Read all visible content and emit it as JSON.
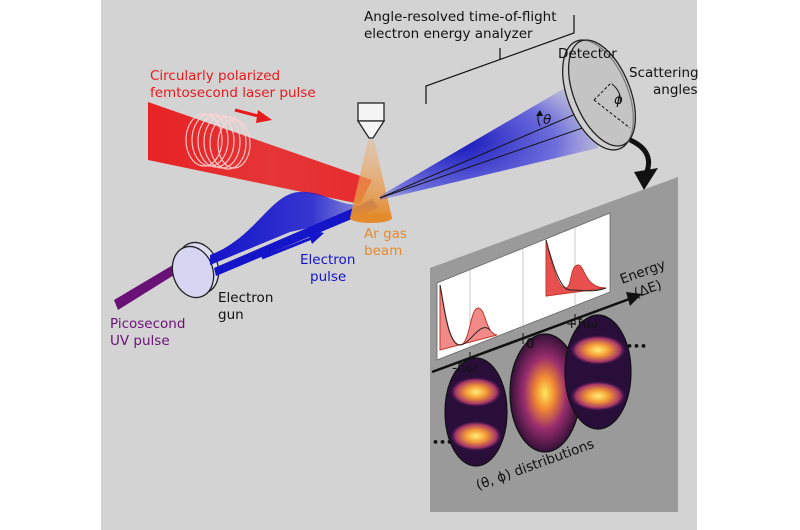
{
  "labels": {
    "analyzer_line1": "Angle-resolved time-of-flight",
    "analyzer_line2": "electron energy analyzer",
    "detector": "Detector",
    "scattering_line1": "Scattering",
    "scattering_line2": "angles",
    "theta": "θ",
    "phi": "ϕ",
    "laser_line1": "Circularly polarized",
    "laser_line2": "femtosecond laser pulse",
    "ar_line1": "Ar gas",
    "ar_line2": "beam",
    "electron_pulse_line1": "Electron",
    "electron_pulse_line2": "pulse",
    "gun_line1": "Electron",
    "gun_line2": "gun",
    "uv_line1": "Picosecond",
    "uv_line2": "UV pulse",
    "energy_line1": "Energy",
    "energy_line2": "(ΔE)",
    "minus_hw": "-ħω",
    "zero": "0",
    "plus_hw": "+ħω",
    "ellipsis_left": "•••",
    "ellipsis_right": "•••",
    "distributions": "(θ, ϕ) distributions"
  },
  "colors": {
    "background_panel": "#d3d3d3",
    "laser_red": "#e8191b",
    "electron_blue": "#1414c8",
    "uv_purple": "#6a1177",
    "ar_orange": "#e38b2c",
    "text_black": "#111111",
    "screen_gray": "#9a9a9a"
  },
  "icons": {
    "gas_nozzle": "nozzle-icon",
    "electron_gun": "gun-disc-icon",
    "detector": "detector-disc-icon",
    "curved_arrow": "curved-arrow-icon"
  }
}
